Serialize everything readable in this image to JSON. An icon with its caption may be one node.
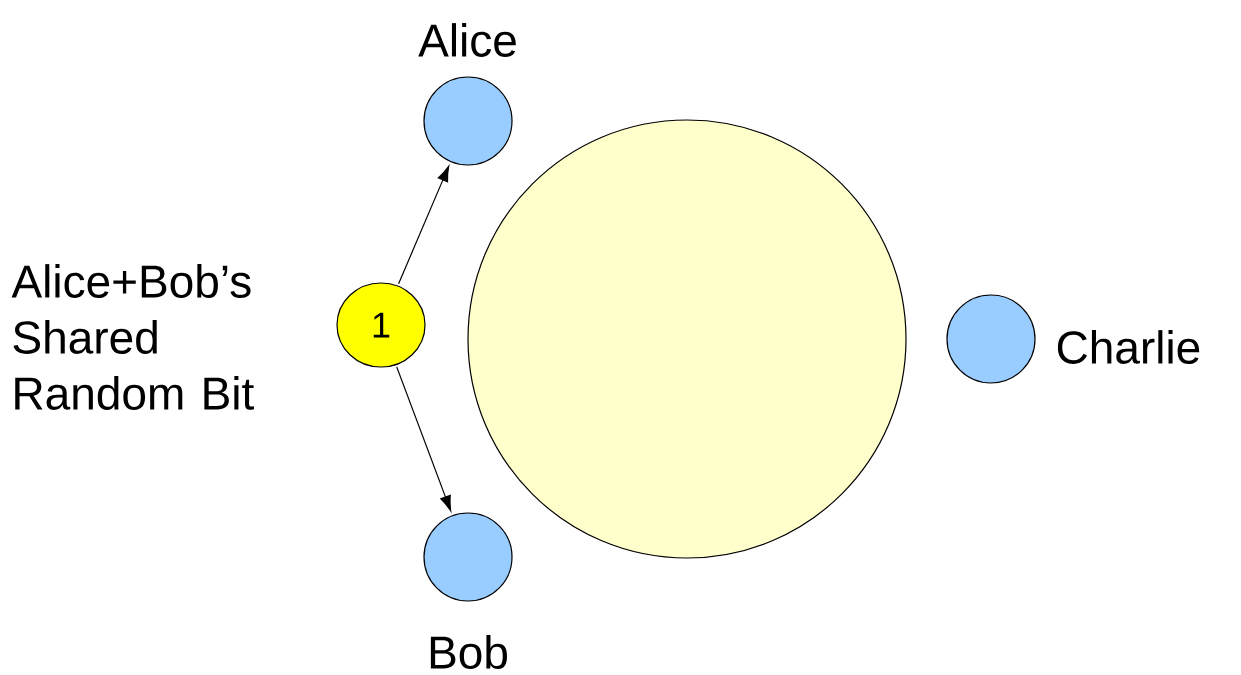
{
  "diagram": {
    "nodes": [
      {
        "text": [
          "Alice"
        ]
      },
      {
        "text": [
          "1"
        ],
        "beside": [
          "Alice+Bob’s Shared Random Bit"
        ]
      },
      {
        "text": [],
        "shape": "circle"
      },
      {
        "text": [
          "Charlie"
        ]
      },
      {
        "text": [
          "Bob"
        ]
      }
    ],
    "edges": [
      {
        "from": 1,
        "to": 0,
        "arrow": "to"
      },
      {
        "from": 1,
        "to": 4,
        "arrow": "to"
      }
    ]
  }
}
